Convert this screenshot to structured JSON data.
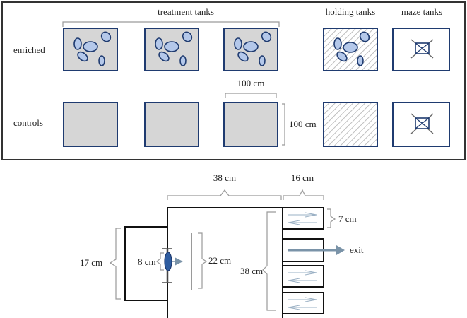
{
  "top_panel": {
    "group_treatment": "treatment tanks",
    "group_holding": "holding tanks",
    "group_maze": "maze tanks",
    "row_enriched": "enriched",
    "row_controls": "controls",
    "tank_width": "100 cm",
    "tank_height": "100 cm"
  },
  "maze": {
    "dim_main_width": "38 cm",
    "dim_lane_width": "16 cm",
    "dim_lane_height": "7 cm",
    "dim_start_height": "17 cm",
    "dim_door": "8 cm",
    "dim_barrier": "22 cm",
    "dim_main_height": "38 cm",
    "exit_label": "exit"
  },
  "colors": {
    "tank_border": "#1f3b70",
    "tank_fill": "#d6d6d6",
    "object_fill": "#b4c8ea",
    "brace": "#9a9a9a",
    "arrow": "#7a93a8"
  }
}
